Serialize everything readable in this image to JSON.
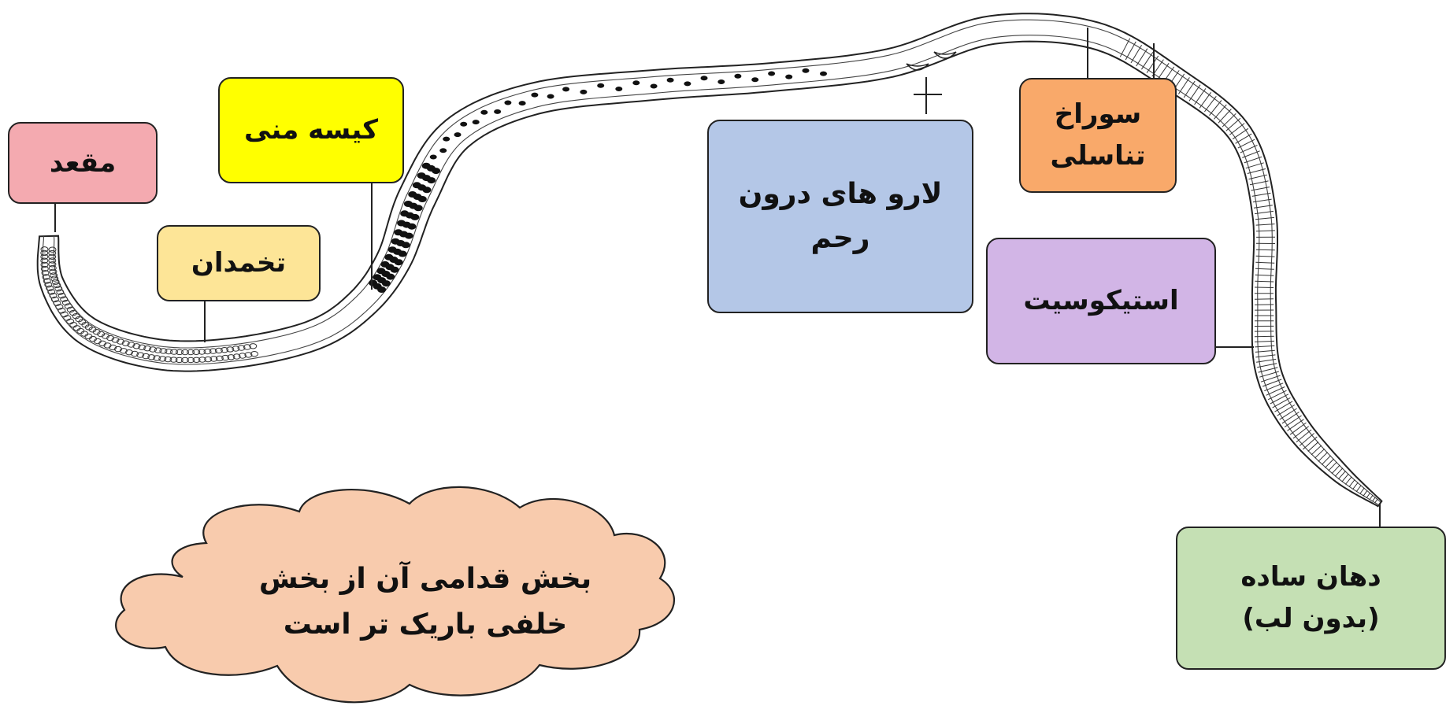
{
  "labels": {
    "anus": "مقعد",
    "seminal_vesicle": "کیسه منی",
    "ovary": "تخمدان",
    "uterine_larvae_line1": "لارو های درون",
    "uterine_larvae_line2": "رحم",
    "vulva_line1": "سوراخ",
    "vulva_line2": "تناسلی",
    "stichocyte": "استیکوسیت",
    "mouth_line1": "دهان ساده",
    "mouth_line2": "(بدون لب)"
  },
  "cloud": {
    "line1": "بخش قدامی آن از بخش",
    "line2": "خلفی باریک تر است"
  },
  "colors": {
    "anus": "#f4aab0",
    "seminal_vesicle": "#ffff00",
    "ovary": "#fde597",
    "uterine_larvae": "#b4c7e7",
    "vulva": "#f9a96a",
    "stichocyte": "#d2b5e6",
    "mouth": "#c5e0b4",
    "cloud": "#f8cbad"
  }
}
